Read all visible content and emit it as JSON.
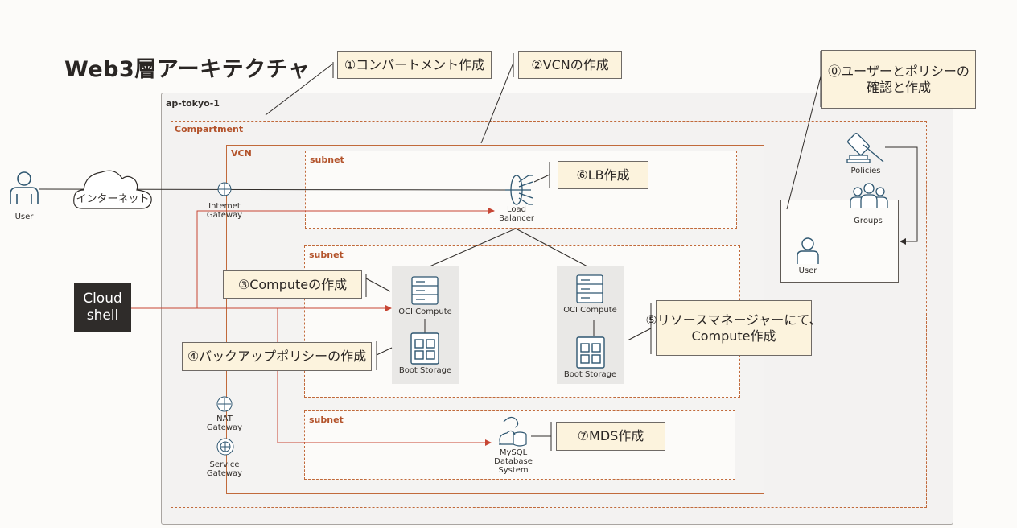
{
  "title": "Web3層アーキテクチャ",
  "region": {
    "label": "ap-tokyo-1"
  },
  "compartment": {
    "label": "Compartment"
  },
  "vcn": {
    "label": "VCN"
  },
  "subnets": [
    {
      "label": "subnet"
    },
    {
      "label": "subnet"
    },
    {
      "label": "subnet"
    }
  ],
  "callouts": {
    "step0": [
      "⓪ユーザーとポリシーの",
      "確認と作成"
    ],
    "step1": "①コンパートメント作成",
    "step2": "②VCNの作成",
    "step3": "③Computeの作成",
    "step4": "④バックアップポリシーの作成",
    "step5": [
      "⑤リソースマネージャーにて、",
      "Compute作成"
    ],
    "step6": "⑥LB作成",
    "step7": "⑦MDS作成"
  },
  "external": {
    "user": "User",
    "internet": "インターネット",
    "cloud_shell": [
      "Cloud",
      "shell"
    ]
  },
  "gateways": {
    "internet": [
      "Internet",
      "Gateway"
    ],
    "nat": [
      "NAT",
      "Gateway"
    ],
    "service": [
      "Service",
      "Gateway"
    ]
  },
  "load_balancer": [
    "Load",
    "Balancer"
  ],
  "compute": [
    {
      "label": "OCI Compute",
      "storage": "Boot Storage"
    },
    {
      "label": "OCI Compute",
      "storage": "Boot Storage"
    }
  ],
  "database": [
    "MySQL",
    "Database",
    "System"
  ],
  "iam": {
    "policies": "Policies",
    "groups": "Groups",
    "user": "User"
  },
  "colors": {
    "accent": "#c74634",
    "callout_fill": "#fcf3dd",
    "subnet_border": "#c16a3b",
    "node_bg": "#e9e8e6"
  }
}
